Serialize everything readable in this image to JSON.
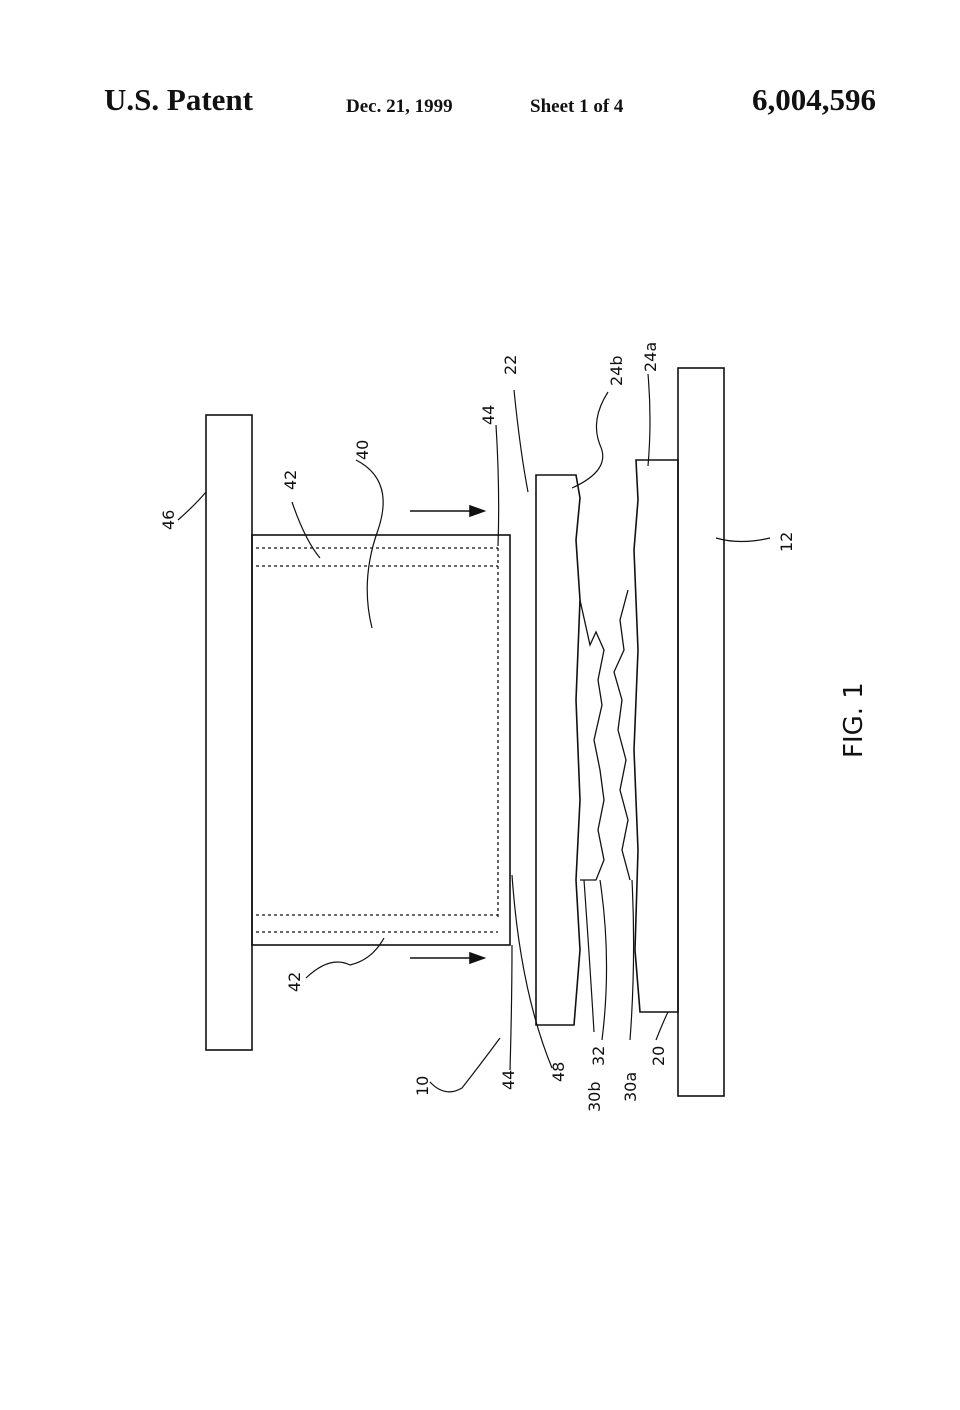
{
  "header": {
    "left": "U.S. Patent",
    "date": "Dec. 21, 1999",
    "sheet": "Sheet 1 of 4",
    "number": "6,004,596"
  },
  "figure": {
    "caption": "FIG. 1",
    "refs": {
      "r10": "10",
      "r12": "12",
      "r20": "20",
      "r22": "22",
      "r24a": "24a",
      "r24b": "24b",
      "r30a": "30a",
      "r30b": "30b",
      "r32": "32",
      "r40": "40",
      "r42_top": "42",
      "r42_bottom": "42",
      "r44_top": "44",
      "r44_bottom": "44",
      "r46": "46",
      "r48": "48"
    }
  }
}
